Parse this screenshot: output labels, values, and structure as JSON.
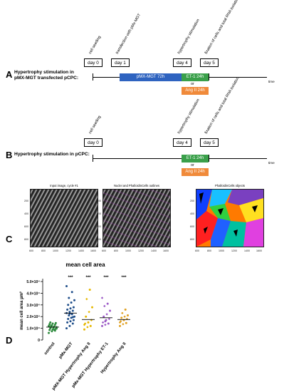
{
  "panels": {
    "A": {
      "letter": "A",
      "title_line1": "Hypertrophy stimulation in",
      "title_line2": "pMX-MGT transfected pCPC:",
      "days": [
        "day 0",
        "day 1",
        "day 4",
        "day 5"
      ],
      "events": [
        "cell seeding",
        "transfection with pMx-MGT",
        "hypertrophy stimulation",
        "fixation of cells and total RNA isolation"
      ],
      "bars": {
        "pmx": "pMX-MGT 72h",
        "et1": "ET-1 24h",
        "or": "or",
        "ang": "Ang II 24h"
      },
      "axis_label": "time"
    },
    "B": {
      "letter": "B",
      "title": "Hypertrophy stimulation in pCPC:",
      "days": [
        "day 0",
        "day 4",
        "day 5"
      ],
      "events": [
        "cell seeding",
        "hypertrophy stimulation",
        "fixation of cells and total RNA isolation"
      ],
      "bars": {
        "et1": "ET-1 24h",
        "or": "or",
        "ang": "Ang II 24h"
      },
      "axis_label": "time"
    },
    "C": {
      "letter": "C",
      "images": [
        {
          "caption": "Input image, cycle #1"
        },
        {
          "caption": "Nuclei and PhalloidinCells outlines"
        },
        {
          "caption": "PhalloidinCells objects"
        }
      ],
      "x_ticks": [
        "600",
        "800",
        "1000",
        "1200",
        "1400",
        "1600"
      ],
      "y_ticks": [
        "200",
        "400",
        "600",
        "800"
      ]
    },
    "D": {
      "letter": "D"
    }
  },
  "colors": {
    "pmx_bar": "#2e63c0",
    "et1_bar": "#3aa04a",
    "ang_bar": "#f08a3a"
  },
  "chart_data": {
    "type": "scatter",
    "title": "mean cell area",
    "ylabel": "mean cell area µm²",
    "ylim": [
      0,
      50000
    ],
    "y_ticks": [
      {
        "value": 0,
        "label": "0"
      },
      {
        "value": 10000,
        "label": "1.0×10⁴"
      },
      {
        "value": 20000,
        "label": "2.0×10⁴"
      },
      {
        "value": 30000,
        "label": "3.0×10⁴"
      },
      {
        "value": 40000,
        "label": "4.0×10⁴"
      },
      {
        "value": 50000,
        "label": "5.0×10⁴"
      }
    ],
    "categories": [
      "control",
      "pMx-MGT",
      "pMX-MGT Hypertrophy Ang II",
      "pMx-MGT Hypertrophy ET-1",
      "Hypertrophy Ang II"
    ],
    "significance": [
      "",
      "***",
      "***",
      "***",
      "***"
    ],
    "colors": [
      "#2e8b3e",
      "#1f4e8a",
      "#e6b800",
      "#9b59c6",
      "#e0a020"
    ],
    "means": [
      11000,
      23000,
      17500,
      19000,
      17500
    ],
    "series": [
      {
        "values": [
          6000,
          7500,
          8000,
          8500,
          9000,
          9500,
          10000,
          10500,
          11000,
          11200,
          11500,
          12000,
          12500,
          13000,
          13500,
          14000,
          14500,
          15000,
          10800,
          9800,
          12200,
          8800
        ]
      },
      {
        "values": [
          10000,
          12000,
          14000,
          15000,
          16000,
          17000,
          18000,
          19000,
          20000,
          21000,
          22000,
          23000,
          24000,
          25000,
          26000,
          27000,
          28000,
          30000,
          32000,
          34000,
          36000,
          41000,
          46000,
          22500,
          19500
        ]
      },
      {
        "values": [
          9000,
          11000,
          12000,
          14000,
          15000,
          17000,
          20000,
          24000,
          28000,
          35000,
          43000,
          13000
        ]
      },
      {
        "values": [
          12000,
          13000,
          14000,
          15000,
          17000,
          18000,
          20000,
          22000,
          25000,
          29000,
          31000,
          36000,
          16000
        ]
      },
      {
        "values": [
          12000,
          13500,
          14500,
          16000,
          17000,
          18000,
          19000,
          20000,
          21000,
          23000,
          26000,
          15000
        ]
      }
    ]
  }
}
